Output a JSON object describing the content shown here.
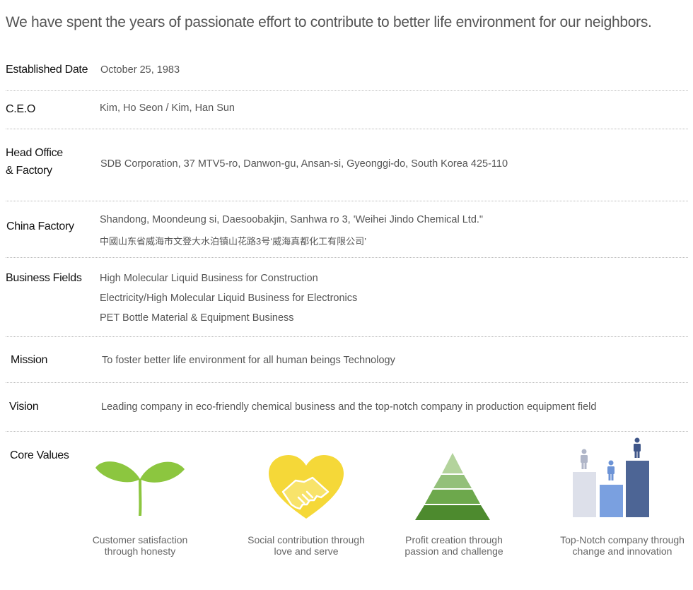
{
  "headline": "We have spent the years of passionate effort to contribute to better life environment for our neighbors.",
  "rows": {
    "established": {
      "label": "Established Date",
      "value": "October 25, 1983"
    },
    "ceo": {
      "label": "C.E.O",
      "value": "Kim, Ho Seon / Kim, Han Sun"
    },
    "head_office": {
      "label_line1": "Head Office",
      "label_line2": "& Factory",
      "value": "SDB Corporation, 37 MTV5-ro, Danwon-gu, Ansan-si, Gyeonggi-do, South Korea 425-110"
    },
    "china_factory": {
      "label": "China Factory",
      "value_line1": "Shandong, Moondeung si, Daesoobakjin, Sanhwa ro 3, 'Weihei Jindo Chemical Ltd.\"",
      "value_line2": "中國山东省威海市文登大水泊镇山花路3号‘威海真都化工有限公司’"
    },
    "business": {
      "label": "Business Fields",
      "items": [
        "High Molecular Liquid Business for Construction",
        "Electricity/High Molecular Liquid Business for Electronics",
        "PET Bottle Material & Equipment Business"
      ]
    },
    "mission": {
      "label": "Mission",
      "value": "To foster better life environment for all human beings Technology"
    },
    "vision": {
      "label": "Vision",
      "value": "Leading company in eco-friendly chemical business and the top-notch company in production equipment field"
    }
  },
  "core_values": {
    "label": "Core Values",
    "items": [
      {
        "icon": "sprout-icon",
        "line1": "Customer satisfaction",
        "line2": "through honesty"
      },
      {
        "icon": "heart-handshake-icon",
        "line1": "Social contribution through",
        "line2": "love and serve"
      },
      {
        "icon": "pyramid-icon",
        "line1": "Profit creation through",
        "line2": "passion and challenge"
      },
      {
        "icon": "podium-people-icon",
        "line1": "Top-Notch company through",
        "line2": "change and innovation"
      }
    ]
  },
  "colors": {
    "sprout": "#8cc63f",
    "heart": "#f5d838",
    "pyramid_top": "#b3d39c",
    "pyramid_bottom": "#4d8a2e",
    "bar_light": "#dde0ea",
    "bar_mid": "#7aa0e0",
    "bar_dark": "#4d6595"
  }
}
